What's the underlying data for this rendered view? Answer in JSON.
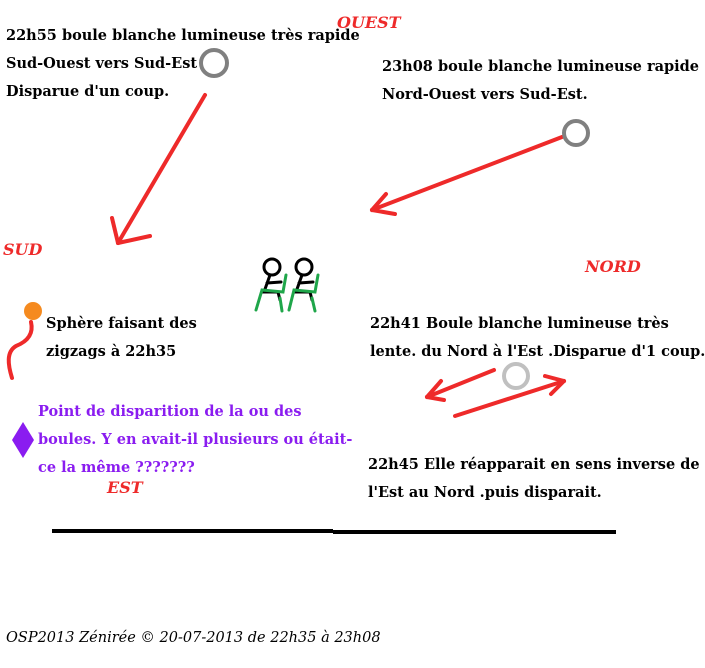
{
  "directions": {
    "ouest": "OUEST",
    "sud": "SUD",
    "nord": "NORD",
    "est": "EST"
  },
  "obs1": {
    "line1": "22h55 boule blanche lumineuse très rapide",
    "line2": "Sud-Ouest vers Sud-Est",
    "line3": "Disparue d'un coup."
  },
  "obs2": {
    "line1": "23h08 boule blanche lumineuse rapide",
    "line2": "Nord-Ouest vers Sud-Est."
  },
  "obs3": {
    "line1": "Sphère faisant des",
    "line2": "zigzags  à 22h35"
  },
  "obs4": {
    "line1": "22h41 Boule blanche lumineuse très",
    "line2": "lente. du Nord à l'Est .Disparue d'1 coup."
  },
  "obs5": {
    "line1": "22h45 Elle réapparait en sens inverse de",
    "line2": "l'Est au Nord .puis disparait."
  },
  "question": {
    "line1": "Point de disparition de la ou des",
    "line2": "boules. Y en avait-il plusieurs ou était-",
    "line3": "ce la même ???????"
  },
  "footer": "OSP2013 Zénirée ©   20-07-2013  de 22h35 à 23h08",
  "colors": {
    "direction": "#ee2a2a",
    "arrow": "#ee2a2a",
    "question": "#8a1cf0",
    "sphere": "#f58a1f",
    "ball": "#808080",
    "ball_light": "#c0c0c0",
    "chair": "#1fa64a"
  }
}
